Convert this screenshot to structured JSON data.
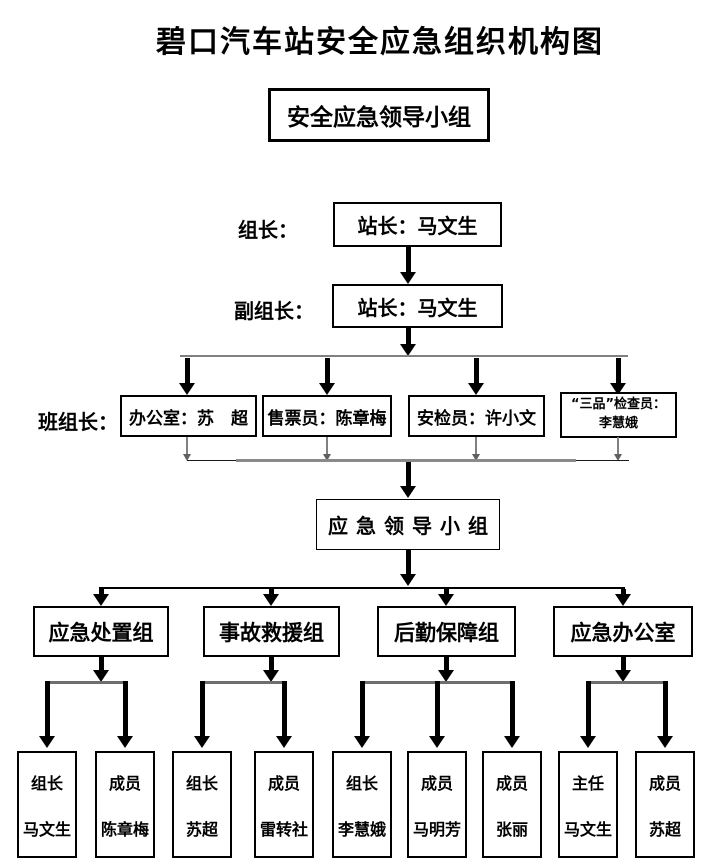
{
  "title": "碧口汽车站安全应急组织机构图",
  "top_group": "安全应急领导小组",
  "leader": {
    "label": "组长：",
    "box": "站长：马文生"
  },
  "deputy": {
    "label": "副组长：",
    "box": "站长：马文生"
  },
  "foremen": {
    "label": "班组长：",
    "boxes": [
      {
        "text": "办公室：苏　超"
      },
      {
        "text": "售票员：陈章梅"
      },
      {
        "text": "安检员：许小文"
      },
      {
        "line1": "“三品”检查员：",
        "line2": "李慧娥"
      }
    ]
  },
  "emergency_group": "应急领导小组",
  "teams": [
    {
      "name": "应急处置组"
    },
    {
      "name": "事故救援组"
    },
    {
      "name": "后勤保障组"
    },
    {
      "name": "应急办公室"
    }
  ],
  "members": [
    {
      "role": "组长",
      "name": "马文生"
    },
    {
      "role": "成员",
      "name": "陈章梅"
    },
    {
      "role": "组长",
      "name": "苏超"
    },
    {
      "role": "成员",
      "name": "雷转社"
    },
    {
      "role": "组长",
      "name": "李慧娥"
    },
    {
      "role": "成员",
      "name": "马明芳"
    },
    {
      "role": "成员",
      "name": "张丽"
    },
    {
      "role": "主任",
      "name": "马文生"
    },
    {
      "role": "成员",
      "name": "苏超"
    }
  ],
  "colors": {
    "line_black": "#000000",
    "line_gray": "#808080",
    "background": "#ffffff"
  }
}
